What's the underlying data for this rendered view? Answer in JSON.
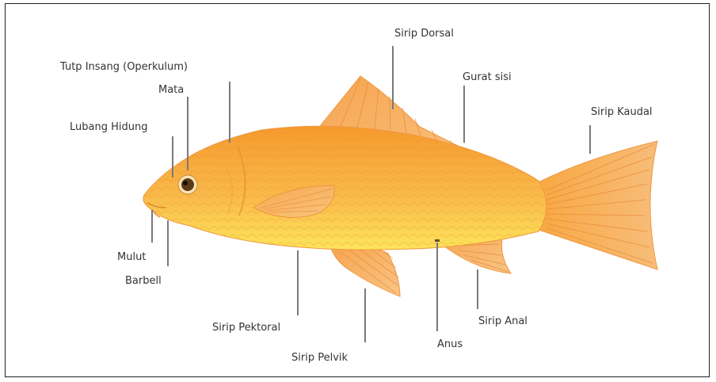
{
  "labels": {
    "sirip_dorsal": "Sirip Dorsal",
    "tutup_insang": "Tutp Insang (Operkulum)",
    "mata": "Mata",
    "gurat_sisi": "Gurat sisi",
    "sirip_kaudal": "Sirip Kaudal",
    "lubang_hidung": "Lubang Hidung",
    "mulut": "Mulut",
    "barbell": "Barbell",
    "sirip_pektoral": "Sirip Pektoral",
    "sirip_pelvik": "Sirip Pelvik",
    "anus": "Anus",
    "sirip_anal": "Sirip Anal"
  },
  "colors": {
    "body_top": "#f7a531",
    "body_bottom": "#fde65a",
    "fin": "#f6a04a",
    "fin_rays": "#e88a3a",
    "leader": "#7a7a7a",
    "text": "#333333"
  },
  "icons": {
    "eye": "eye-icon"
  }
}
